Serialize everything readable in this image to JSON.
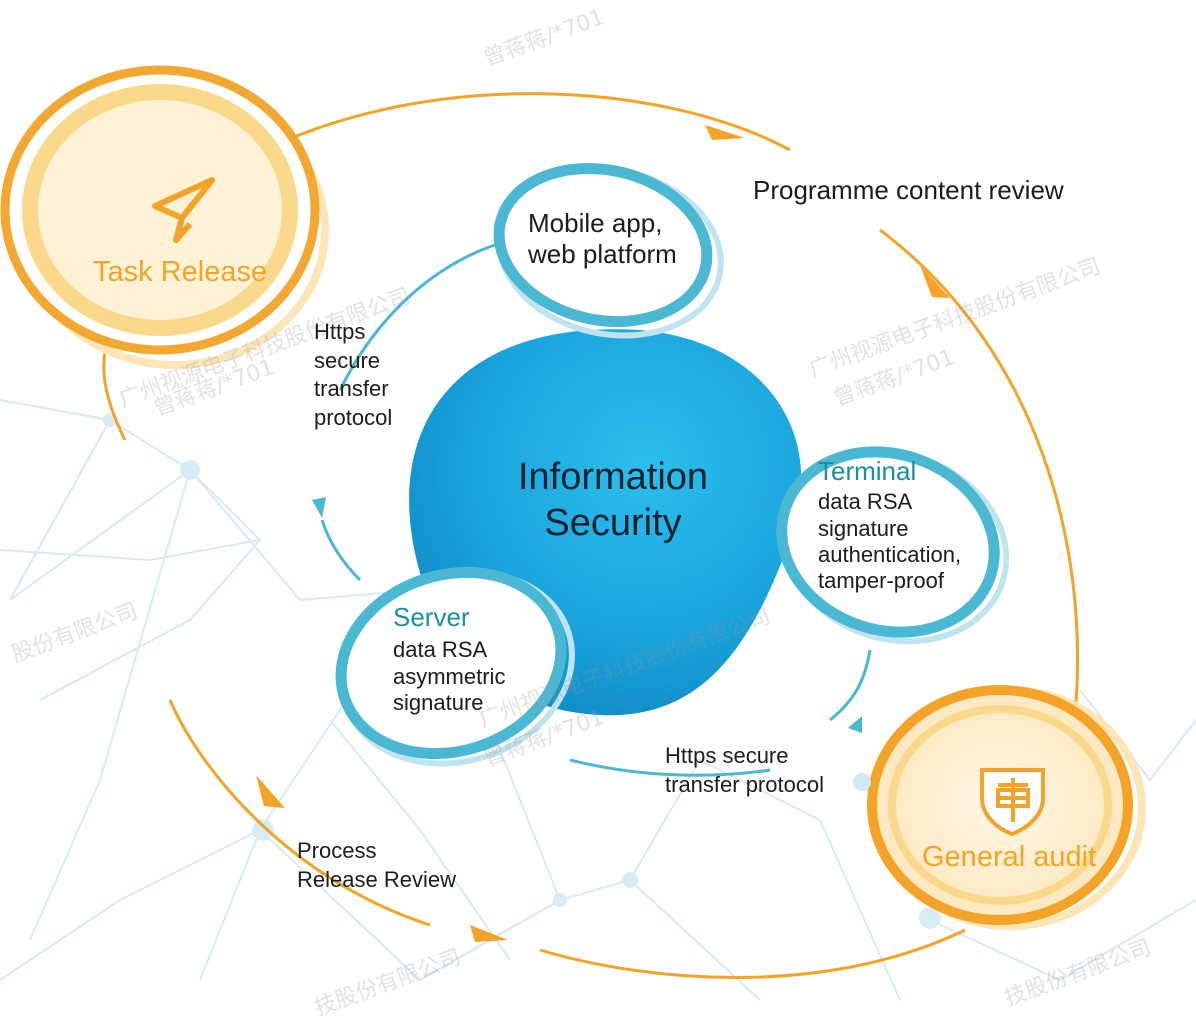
{
  "center": {
    "line1": "Information",
    "line2": "Security"
  },
  "nodes": {
    "task_release": "Task Release",
    "general_audit": "General audit",
    "mobile": {
      "line1": "Mobile app,",
      "line2": "web platform"
    },
    "terminal": {
      "title": "Terminal",
      "line1": "data RSA",
      "line2": "signature",
      "line3": "authentication,",
      "line4": "tamper-proof"
    },
    "server": {
      "title": "Server",
      "line1": "data RSA",
      "line2": "asymmetric",
      "line3": "signature"
    }
  },
  "labels": {
    "programme_review": "Programme content review",
    "https_left": {
      "line1": "Https",
      "line2": "secure",
      "line3": "transfer",
      "line4": "protocol"
    },
    "https_bottom": {
      "line1": "Https secure",
      "line2": "transfer protocol"
    },
    "process_review": {
      "line1": "Process",
      "line2": "Release Review"
    }
  },
  "icons": {
    "task_release": "paper-plane-icon",
    "general_audit": "shield-audit-icon"
  },
  "watermarks": [
    "广州视源电子科技股份有限公司",
    "曾蒋蒋/*701",
    "股份有限公司",
    "技股份有限公司"
  ],
  "colors": {
    "orange": "#f3a428",
    "teal": "#1e8da1",
    "ring_blue": "#4ab8d2",
    "center_blue": "#139ed9"
  }
}
